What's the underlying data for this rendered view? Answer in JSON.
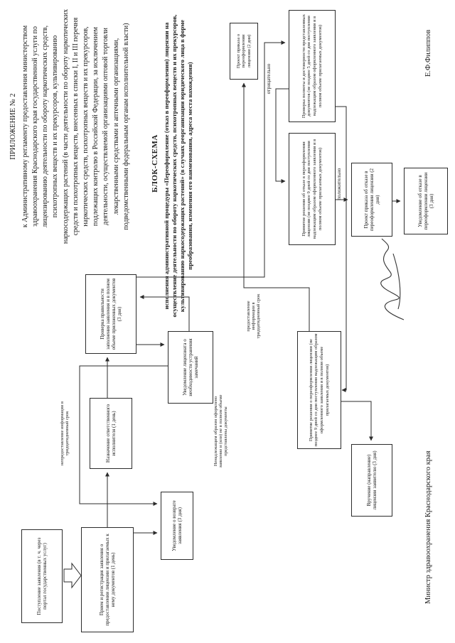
{
  "page": {
    "appendix": {
      "line1": "ПРИЛОЖЕНИЕ № 2",
      "body": "к Административному регламенту предоставления министерством здравоохранения Краснодарского края государственной услуги по лицензированию деятельности по обороту наркотических средств, психотропных веществ и их прекурсоров, культивированию наркосодержащих растений (в части деятельности по обороту наркотических средств и психотропных веществ, внесенных в списки I, II и III перечня наркотических средств, психотропных веществ и их прекурсоров, подлежащих контролю в Российской Федерации, за исключением деятельности, осуществляемой организациями оптовой торговли лекарственными средствами и аптечными организациями, подведомственными федеральным органам исполнительной власти)"
    },
    "title": "БЛОК-СХЕМА",
    "subtitle": "исполнения административной процедуры «Переоформление (отказ в переоформлении) лицензии на осуществление деятельности по обороту наркотических средств, психотропных веществ и их прекурсоров, культивированию наркосодержащих растений» (в случаях реорганизации юридического лица в форме преобразования, изменения его наименования, адреса места нахождения)",
    "footer": {
      "minister": "Министр здравоохранения Краснодарского края",
      "signature_name": "Е.Ф.Филиппов"
    }
  },
  "flowchart": {
    "boxes": [
      {
        "id": "postuplenie",
        "text": "Поступление заявления (в т. ч. через портал государственных услуг)"
      },
      {
        "id": "priem",
        "text": "Прием и регистрация заявления о предоставлении лицензии и прилагаемых к нему документов (1 день)"
      },
      {
        "id": "uvedomlenie_vozvrat",
        "text": "Уведомление о возврате заявления (3 дня)"
      },
      {
        "id": "naznachenie",
        "text": "Назначение ответственного исполнителя (1 день)"
      },
      {
        "id": "proverka_pravilnosti",
        "text": "Проверка правильности заполнения заявления и в полном объеме приложенных документов (3 дня)"
      },
      {
        "id": "uvedomlenie_licenziata",
        "text": "Уведомление лицензиата о необходимости устранения замечаний"
      },
      {
        "id": "proverka_polnoty",
        "text": "Проверка полноты и достоверности представленных документов (не позднее 5 дней со дня поступления надлежащим образом оформленного заявления и в полном объеме прилагаемых документов)"
      },
      {
        "id": "reshenie_otkaz",
        "text": "Принятие решения об отказе в переоформлении лицензии (не позднее 9 дней со дня поступления надлежащим образом оформленного заявления и в полном объеме прилагаемых документов)"
      },
      {
        "id": "proekt_pereoform",
        "text": "Проект приказа о переоформлении лицензии (2 дня)"
      },
      {
        "id": "reshenie_pereoform",
        "text": "Принятие решения о переоформлении лицензии (не позднее 9 дней со дня поступления надлежащим образом оформленного заявления и в полном объеме прилагаемых документов)"
      },
      {
        "id": "proekt_otkaz",
        "text": "Проект приказа об отказе в переоформлении лицензии (2 дня)"
      },
      {
        "id": "uvedomlenie_otkaz",
        "text": "Уведомление об отказе в переоформлении лицензии (3 дня)"
      },
      {
        "id": "vruchenie",
        "text": "Вручение (направление) лицензии заявителю (3 дня)"
      }
    ],
    "labels": [
      {
        "id": "otricatelno",
        "text": "отрицательно",
        "big": true
      },
      {
        "id": "polozhitelno",
        "text": "положительно",
        "big": true
      },
      {
        "id": "predostavlenie",
        "text": "предоставление информации в тридцатидневный срок"
      },
      {
        "id": "nepredostavlenie",
        "text": "непредоставление информации в тридцатидневный срок"
      },
      {
        "id": "nenadlezhaschim",
        "text": "Ненадлежащим образом оформлено заявление и (или) не в полном объеме представлены документы"
      }
    ]
  }
}
